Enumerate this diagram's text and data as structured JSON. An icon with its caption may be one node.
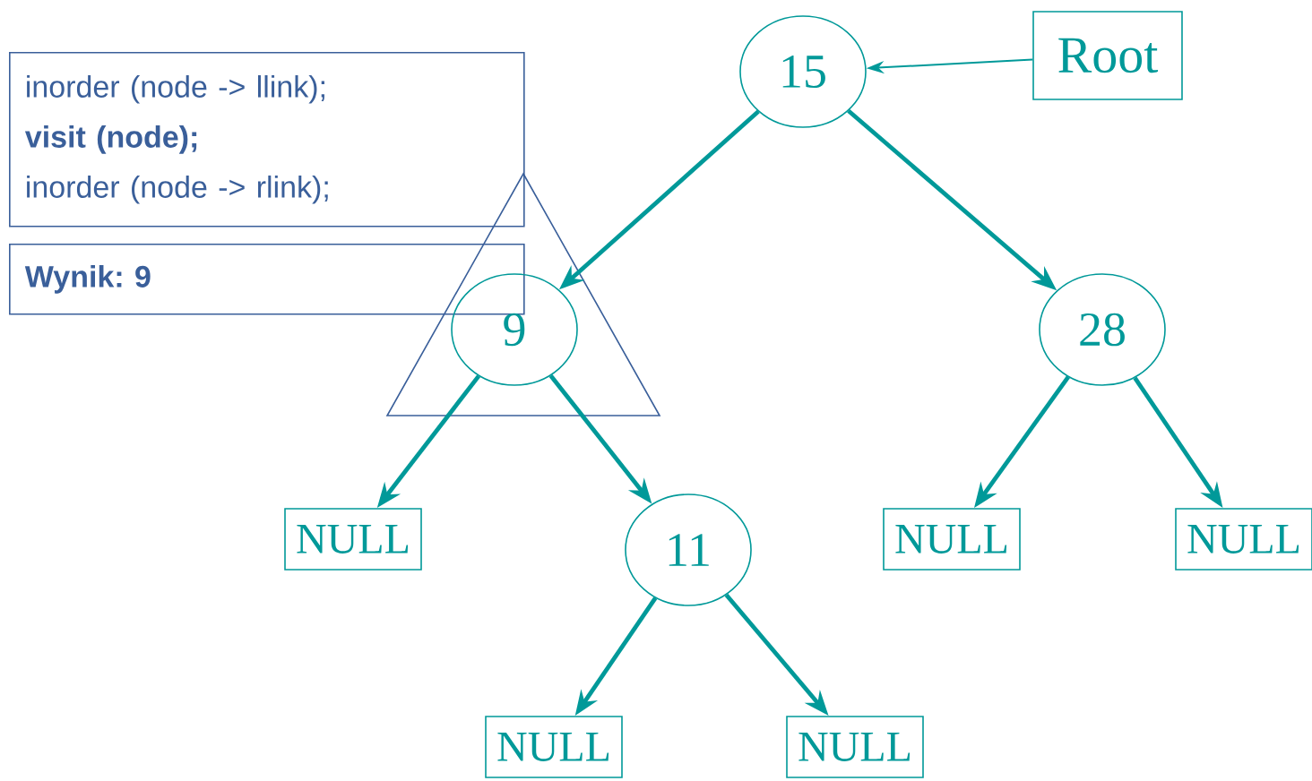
{
  "diagram": {
    "nodes": [
      {
        "text": [
          "inorder (node -> llink);",
          "visit (node);",
          "inorder (node -> rlink);"
        ]
      },
      {
        "text": [
          "Wynik: 9"
        ]
      },
      {
        "text": [
          "15"
        ]
      },
      {
        "text": [
          "Root"
        ]
      },
      {
        "text": [
          "9"
        ]
      },
      {
        "text": [
          "28"
        ]
      },
      {
        "text": [
          "NULL"
        ]
      },
      {
        "text": [
          "11"
        ]
      },
      {
        "text": [
          "NULL"
        ]
      },
      {
        "text": [
          "NULL"
        ]
      },
      {
        "text": [
          "NULL"
        ]
      },
      {
        "text": [
          "NULL"
        ]
      }
    ],
    "edges": [
      {
        "from": 3,
        "to": 2,
        "arrow": "to"
      },
      {
        "from": 2,
        "to": 4,
        "arrow": "to"
      },
      {
        "from": 2,
        "to": 5,
        "arrow": "to"
      },
      {
        "from": 4,
        "to": 6,
        "arrow": "to"
      },
      {
        "from": 4,
        "to": 7,
        "arrow": "to"
      },
      {
        "from": 5,
        "to": 8,
        "arrow": "to"
      },
      {
        "from": 5,
        "to": 9,
        "arrow": "to"
      },
      {
        "from": 7,
        "to": 10,
        "arrow": "to"
      },
      {
        "from": 7,
        "to": 11,
        "arrow": "to"
      }
    ]
  }
}
